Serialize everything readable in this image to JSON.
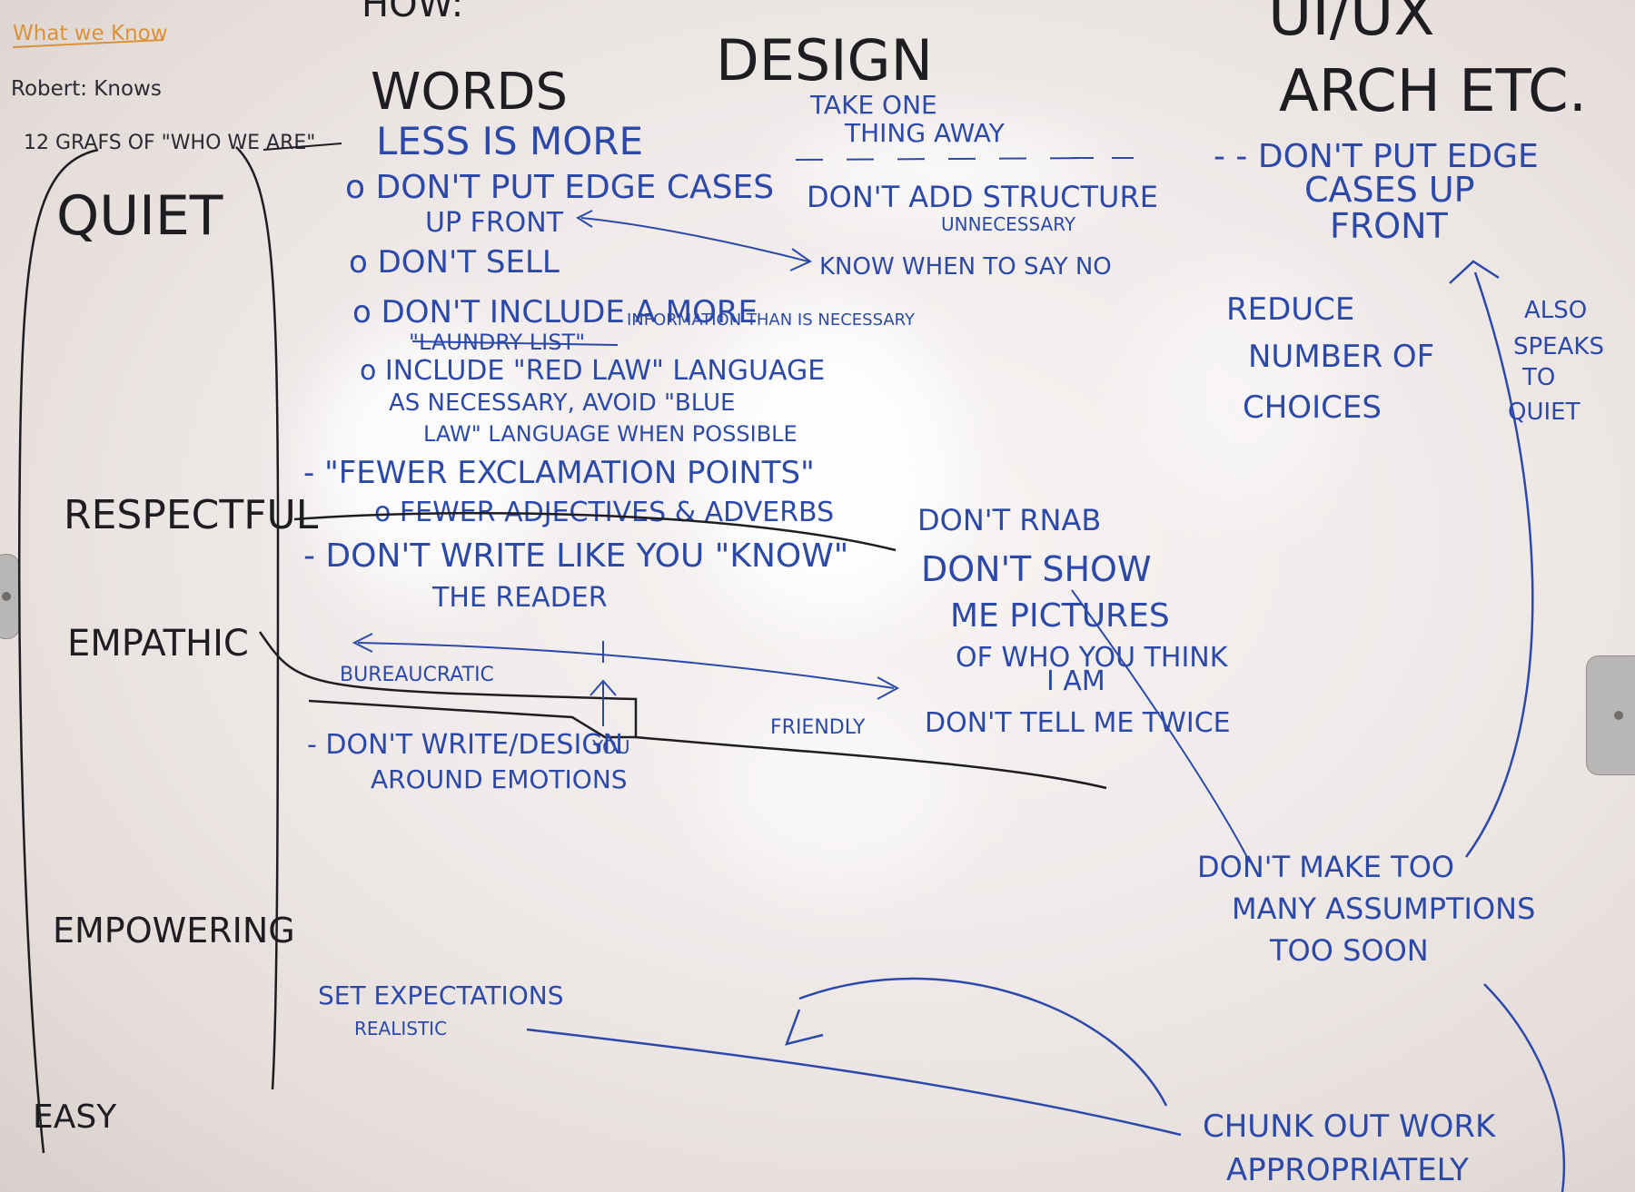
{
  "board": {
    "top_left": {
      "heading": "What we Know",
      "line1": "Robert: Knows",
      "line2": "12 GRAFS OF \"WHO WE ARE\""
    },
    "columns": {
      "how": "HOW:",
      "words": "WORDS",
      "design": "DESIGN",
      "uiux": "UI/UX",
      "arch": "ARCH ETC."
    },
    "principles": {
      "quiet": "QUIET",
      "respectful": "RESPECTFUL",
      "empathic": "EMPATHIC",
      "empowering": "EMPOWERING",
      "easy": "EASY"
    },
    "words_notes": [
      "LESS IS MORE",
      "o DON'T PUT EDGE CASES",
      "UP FRONT",
      "o DON'T SELL",
      "o DON'T INCLUDE A MORE",
      "\"LAUNDRY LIST\"",
      "INFORMATION THAN IS NECESSARY",
      "o INCLUDE \"RED LAW\" LANGUAGE",
      "AS NECESSARY, AVOID \"BLUE",
      "LAW\" LANGUAGE WHEN POSSIBLE",
      "- \"FEWER EXCLAMATION POINTS\"",
      "o FEWER ADJECTIVES & ADVERBS",
      "- DON'T WRITE LIKE YOU \"KNOW\"",
      "THE READER"
    ],
    "design_notes": [
      "TAKE ONE",
      "THING AWAY",
      "DON'T ADD STRUCTURE",
      "UNNECESSARY",
      "KNOW WHEN TO SAY NO"
    ],
    "uiux_notes": [
      "- - DON'T PUT EDGE",
      "CASES UP",
      "FRONT"
    ],
    "reduce_choices": [
      "REDUCE",
      "NUMBER OF",
      "CHOICES"
    ],
    "also_speaks": [
      "ALSO",
      "SPEAKS",
      "TO",
      "QUIET"
    ],
    "respect_notes": [
      "DON'T RNAB",
      "DON'T SHOW",
      "ME PICTURES",
      "OF WHO YOU THINK",
      "I AM",
      "DON'T TELL ME TWICE"
    ],
    "spectrum": {
      "left": "BUREAUCRATIC",
      "right": "FRIENDLY",
      "you": "YOU"
    },
    "empathic_notes": [
      "- DON'T WRITE/DESIGN",
      "AROUND EMOTIONS"
    ],
    "assumptions": [
      "DON'T MAKE TOO",
      "MANY ASSUMPTIONS",
      "TOO SOON"
    ],
    "expectations": [
      "SET EXPECTATIONS",
      "REALISTIC"
    ],
    "chunk": [
      "CHUNK OUT WORK",
      "APPROPRIATELY"
    ]
  }
}
